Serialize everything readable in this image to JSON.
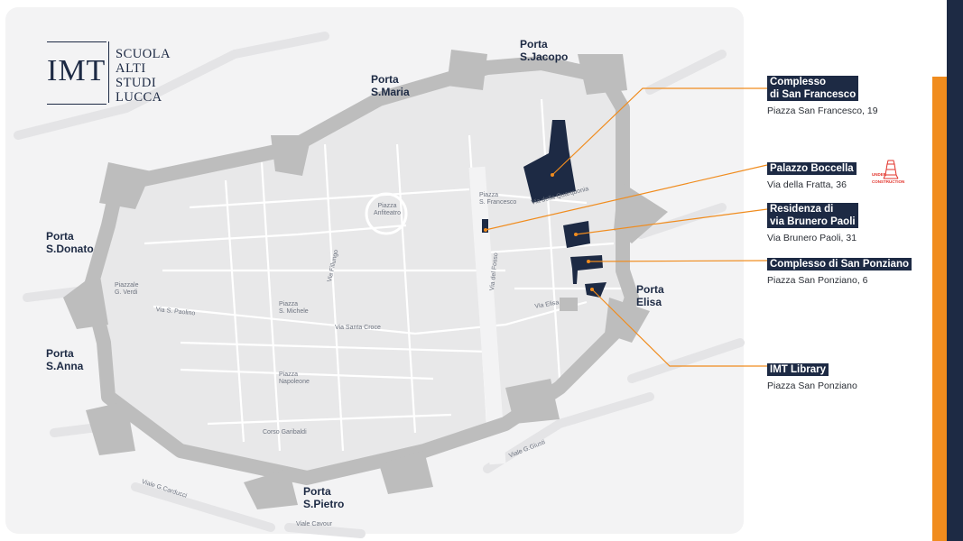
{
  "logo": {
    "abbr": "IMT",
    "line1": "SCUOLA",
    "line2": "ALTI STUDI",
    "line3": "LUCCA"
  },
  "gates": {
    "jacopo": {
      "line1": "Porta",
      "line2": "S.Jacopo"
    },
    "maria": {
      "line1": "Porta",
      "line2": "S.Maria"
    },
    "donato": {
      "line1": "Porta",
      "line2": "S.Donato"
    },
    "anna": {
      "line1": "Porta",
      "line2": "S.Anna"
    },
    "pietro": {
      "line1": "Porta",
      "line2": "S.Pietro"
    },
    "elisa": {
      "line1": "Porta",
      "line2": "Elisa"
    }
  },
  "streets": {
    "piazza_sfrancesco": {
      "line1": "Piazza",
      "line2": "S. Francesco"
    },
    "piazza_anfiteatro": {
      "line1": "Piazza",
      "line2": "Anfiteatro"
    },
    "via_quarquonia": "Via della Quarquonia",
    "via_fillungo": "Via Fillungo",
    "via_del_fosso": "Via del Fosso",
    "piazzale_verdi": {
      "line1": "Piazzale",
      "line2": "G. Verdi"
    },
    "via_spaolino": "Via S. Paolino",
    "piazza_smichele": {
      "line1": "Piazza",
      "line2": "S. Michele"
    },
    "via_santa_croce": "Via Santa Croce",
    "via_elisa": "Via Elisa",
    "piazza_napoleone": {
      "line1": "Piazza",
      "line2": "Napoleone"
    },
    "corso_garibaldi": "Corso Garibaldi",
    "viale_giusti": "Viale G.Giusti",
    "viale_carducci": "Viale G.Carducci",
    "viale_cavour": "Viale Cavour"
  },
  "locations": [
    {
      "title1": "Complesso",
      "title2": "di San Francesco",
      "address": "Piazza San Francesco, 19"
    },
    {
      "title1": "Palazzo Boccella",
      "address": "Via della Fratta, 36"
    },
    {
      "title1": "Residenza di",
      "title2": "via Brunero Paoli",
      "address": "Via Brunero Paoli, 31"
    },
    {
      "title1": "Complesso di San Ponziano",
      "address": "Piazza San Ponziano, 6"
    },
    {
      "title1": "IMT Library",
      "address": "Piazza San Ponziano"
    }
  ],
  "under_construction": {
    "line1": "UNDER",
    "line2": "CONSTRUCTION"
  },
  "colors": {
    "navy": "#1d2a44",
    "orange": "#f08c1e",
    "wall": "#bdbdbd",
    "block": "#e9e9ea",
    "map_bg": "#f3f3f4"
  }
}
